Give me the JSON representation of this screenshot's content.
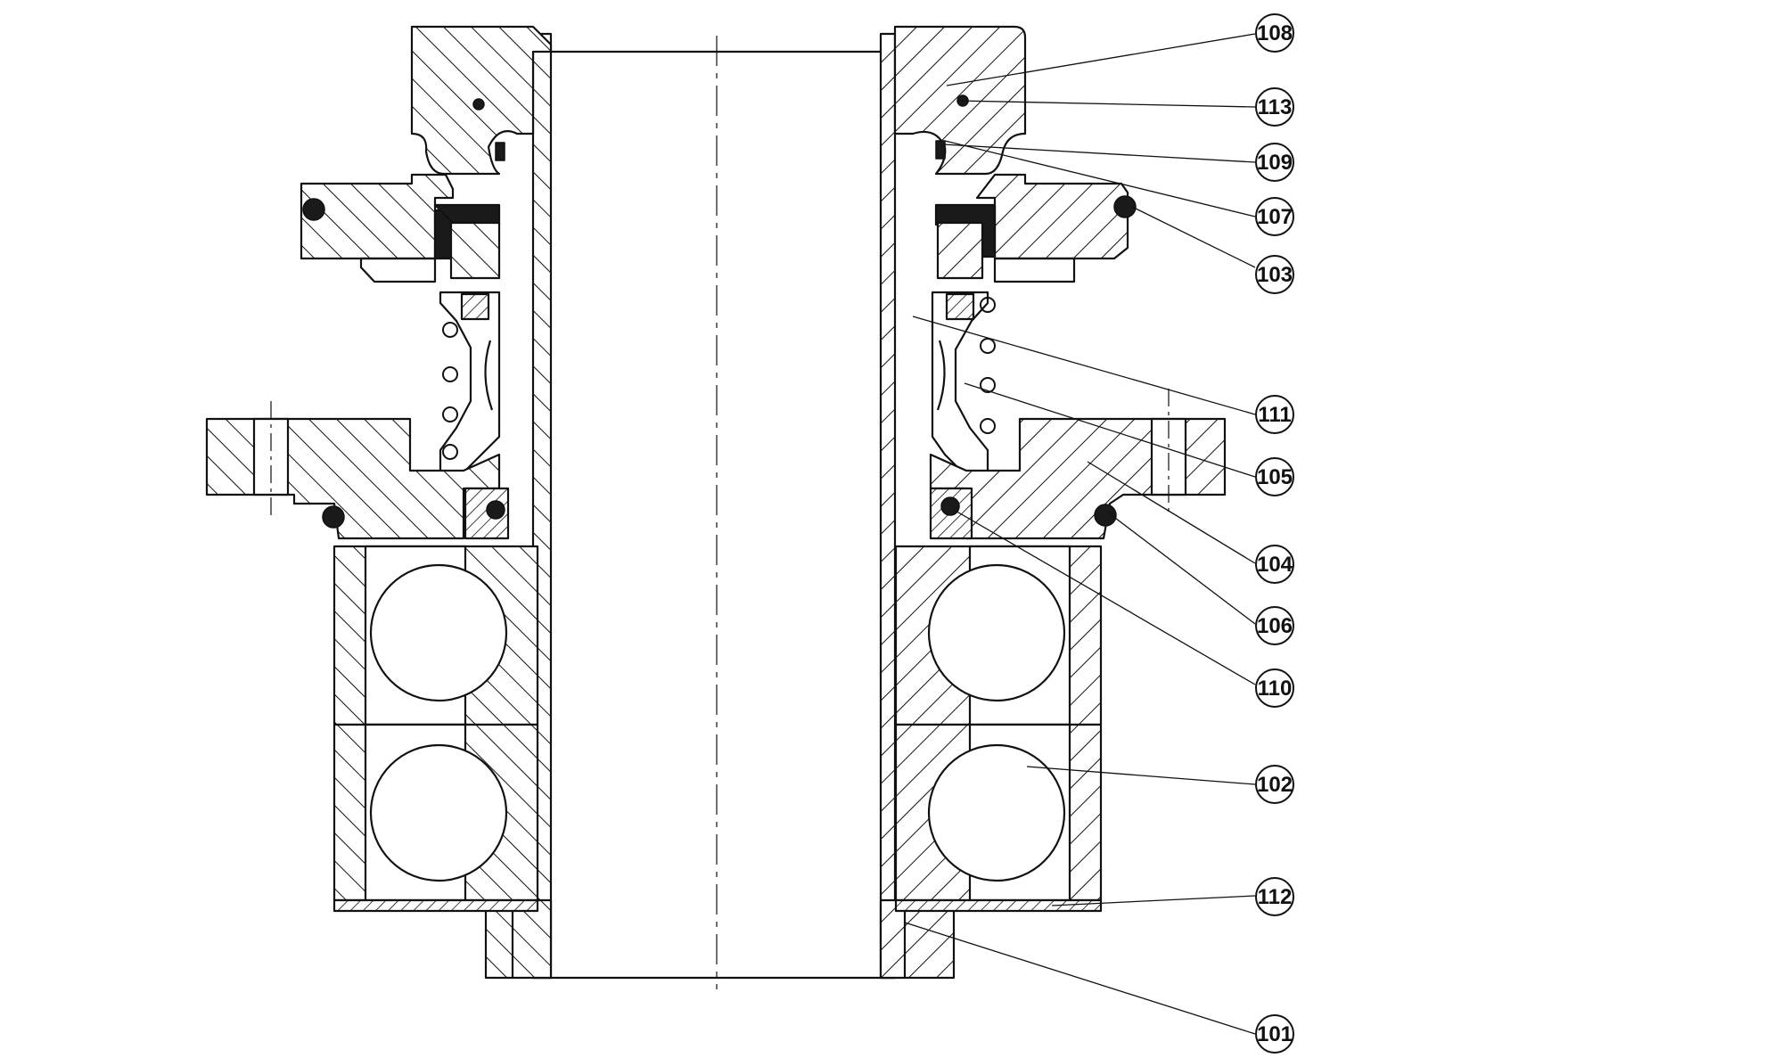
{
  "callouts": [
    {
      "id": "108",
      "label": "108"
    },
    {
      "id": "113",
      "label": "113"
    },
    {
      "id": "109",
      "label": "109"
    },
    {
      "id": "107",
      "label": "107"
    },
    {
      "id": "103",
      "label": "103"
    },
    {
      "id": "111",
      "label": "111"
    },
    {
      "id": "105",
      "label": "105"
    },
    {
      "id": "104",
      "label": "104"
    },
    {
      "id": "106",
      "label": "106"
    },
    {
      "id": "110",
      "label": "110"
    },
    {
      "id": "102",
      "label": "102"
    },
    {
      "id": "112",
      "label": "112"
    },
    {
      "id": "101",
      "label": "101"
    }
  ],
  "colors": {
    "ink": "#111111",
    "paper": "#ffffff",
    "seal": "#1a1a1a"
  }
}
